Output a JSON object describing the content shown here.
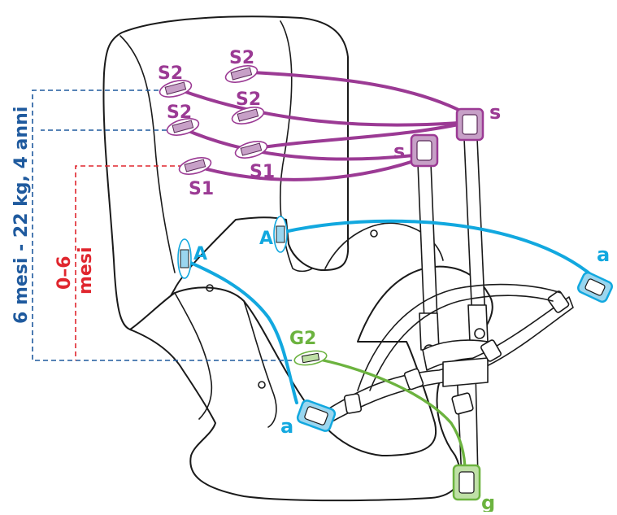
{
  "colors": {
    "purple": "#9b3a94",
    "cyan": "#12a8df",
    "green": "#6cb33f",
    "blue_dashed": "#1f5a9e",
    "red_dashed": "#e0262e",
    "outline": "#1a1a1a"
  },
  "labels": {
    "s2_top_left": "S2",
    "s2_top_right": "S2",
    "s2_mid_left": "S2",
    "s2_mid_right": "S2",
    "s1_right": "S1",
    "s1_left": "S1",
    "s_right": "s",
    "s_left": "s",
    "A_upper": "A",
    "A_lower": "A",
    "a_right": "a",
    "a_left": "a",
    "G2": "G2",
    "g": "g"
  },
  "brackets": {
    "blue_label": "6 mesi - 22 kg, 4 anni",
    "red_label_line1": "0–6",
    "red_label_line2": "mesi"
  }
}
